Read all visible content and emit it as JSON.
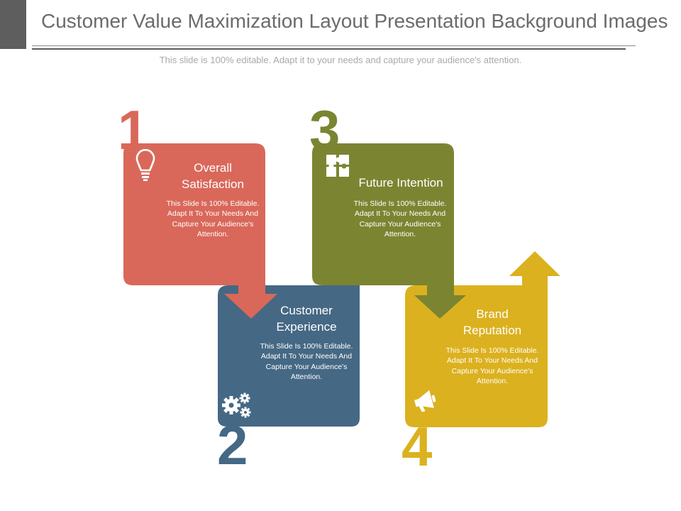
{
  "header": {
    "title": "Customer Value Maximization Layout Presentation Background Images",
    "subtitle": "This slide is 100% editable. Adapt it to your needs and capture your audience's attention."
  },
  "colors": {
    "red": "#d9685a",
    "blue": "#456884",
    "olive": "#7b8531",
    "gold": "#dbb11f"
  },
  "steps": [
    {
      "number": "1",
      "title": "Overall Satisfaction",
      "text": "This Slide Is 100% Editable. Adapt It To Your Needs And Capture Your Audience's Attention.",
      "icon": "lightbulb-icon"
    },
    {
      "number": "2",
      "title": "Customer Experience",
      "text": "This Slide Is 100% Editable. Adapt It To Your Needs And Capture Your Audience's Attention.",
      "icon": "gears-icon"
    },
    {
      "number": "3",
      "title": "Future Intention",
      "text": "This Slide Is 100% Editable. Adapt It To Your Needs And Capture Your Audience's Attention.",
      "icon": "puzzle-icon"
    },
    {
      "number": "4",
      "title": "Brand Reputation",
      "text": "This Slide Is 100% Editable. Adapt It To Your Needs And Capture Your Audience's Attention.",
      "icon": "megaphone-icon"
    }
  ]
}
